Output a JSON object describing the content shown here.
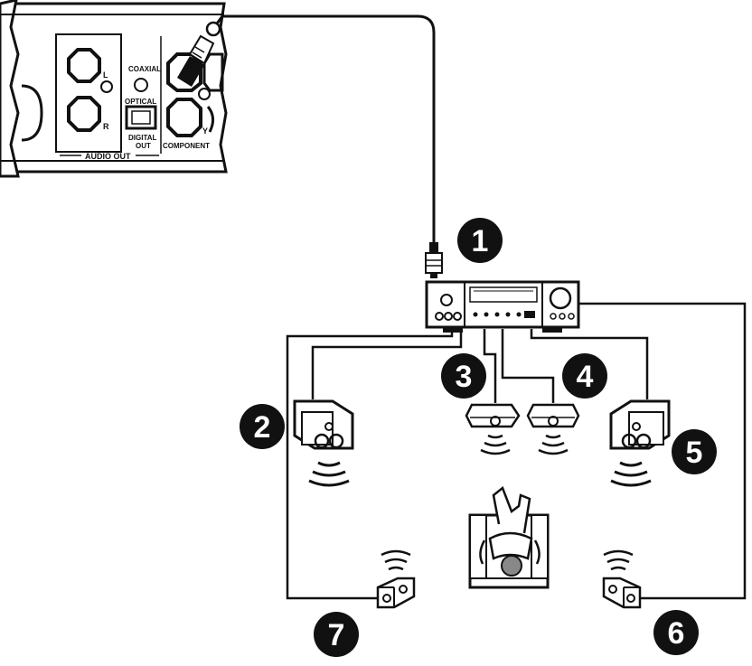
{
  "player_panel": {
    "audio_out_label": "AUDIO OUT",
    "left_label": "L",
    "right_label": "R",
    "coaxial_label": "COAXIAL",
    "optical_label": "OPTICAL",
    "digital_label": "DIGITAL",
    "out_label": "OUT",
    "component_label": "COMPONENT",
    "y_label": "Y"
  },
  "badges": {
    "b1": "1",
    "b2": "2",
    "b3": "3",
    "b4": "4",
    "b5": "5",
    "b6": "6",
    "b7": "7"
  },
  "colors": {
    "ink": "#111111",
    "background": "#ffffff",
    "seat_head": "#888888"
  }
}
